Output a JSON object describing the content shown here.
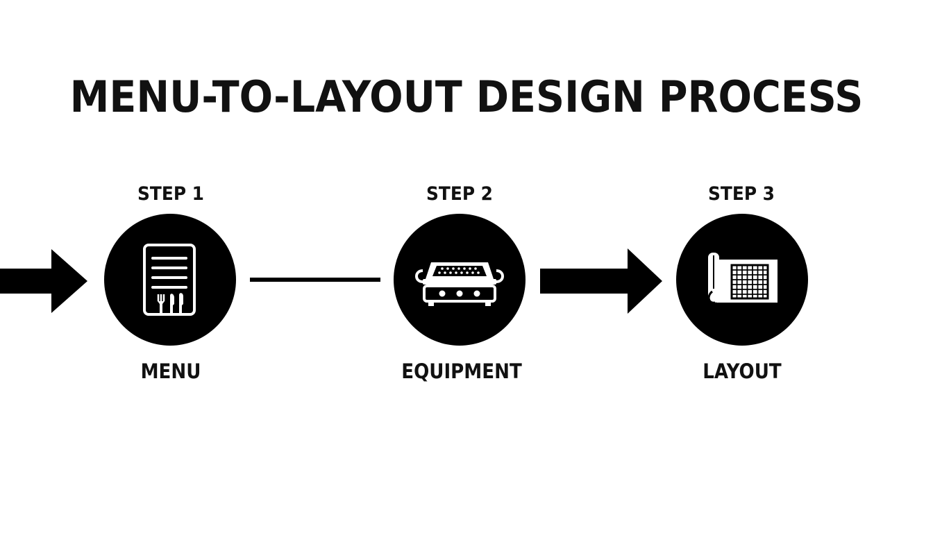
{
  "title": "MENU-TO-LAYOUT DESIGN PROCESS",
  "colors": {
    "foreground": "#000000",
    "background": "#ffffff",
    "icon_stroke": "#ffffff"
  },
  "steps": [
    {
      "step_label": "STEP 1",
      "name": "MENU",
      "icon": "menu-card-icon"
    },
    {
      "step_label": "STEP 2",
      "name": "EQUIPMENT",
      "icon": "grill-icon"
    },
    {
      "step_label": "STEP 3",
      "name": "LAYOUT",
      "icon": "floor-plan-icon"
    }
  ],
  "connectors": [
    "arrow",
    "line",
    "arrow",
    "none"
  ]
}
